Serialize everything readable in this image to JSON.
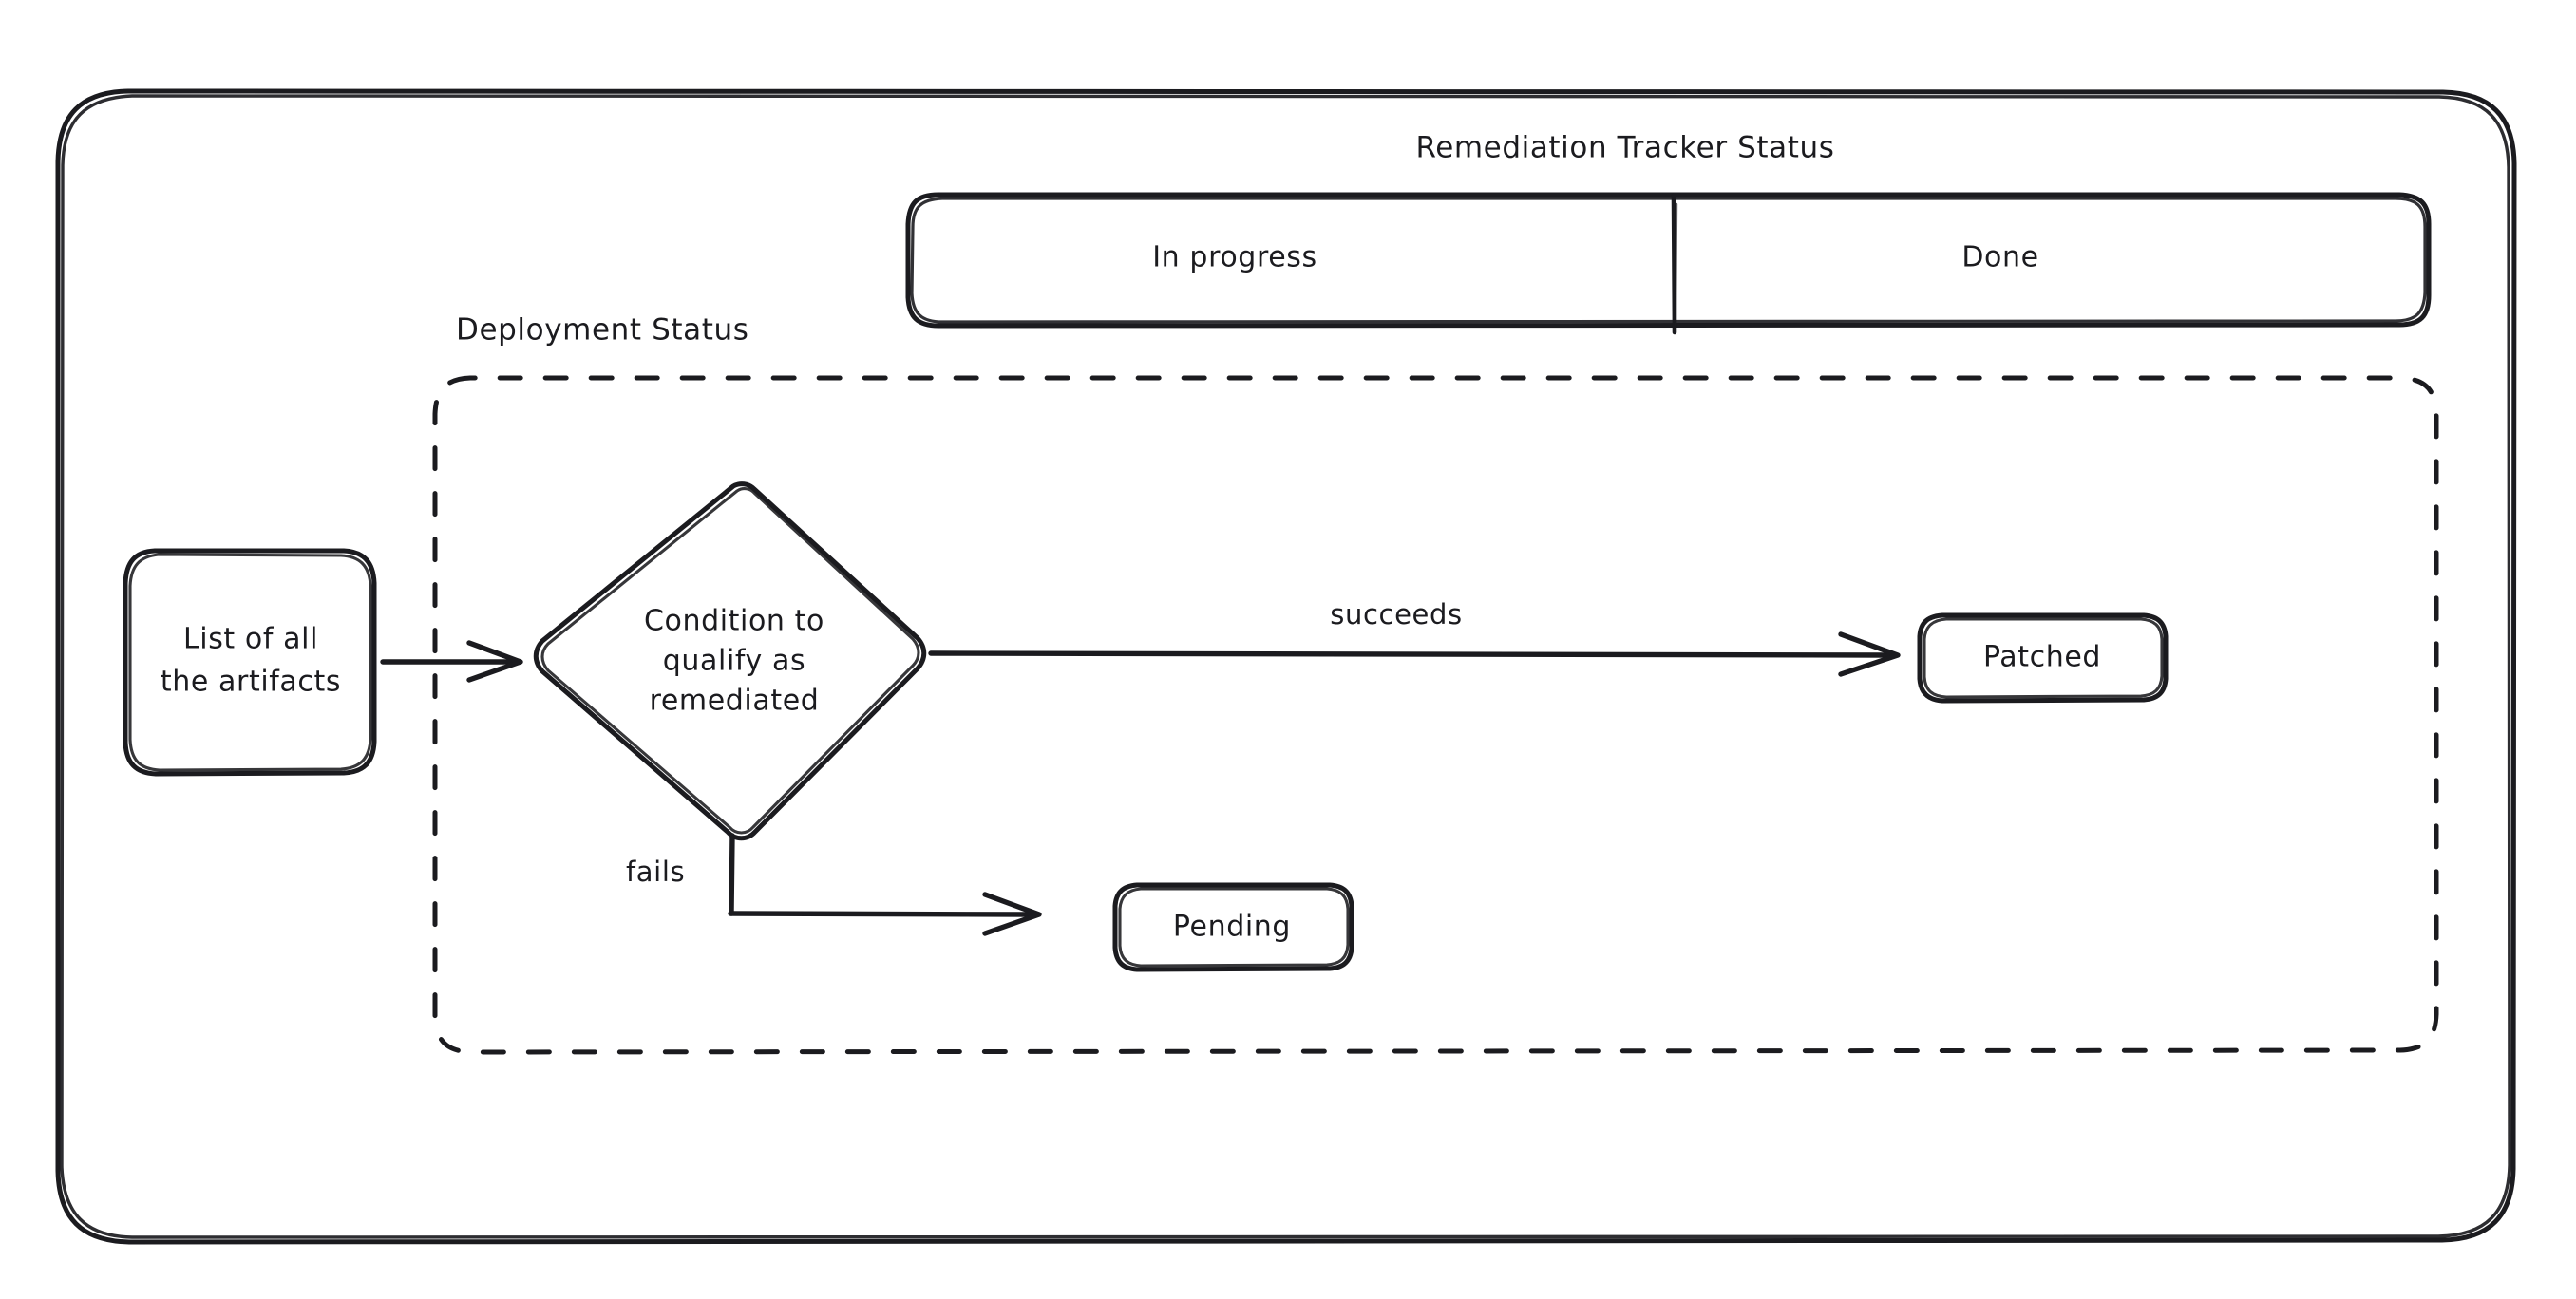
{
  "diagram": {
    "type": "flowchart",
    "title_top": "Remediation Tracker Status",
    "title_group": "Deployment Status",
    "colors": {
      "stroke": "#1b1b1f",
      "background": "#ffffff"
    },
    "tracker_bar": {
      "segments": [
        {
          "label": "In progress"
        },
        {
          "label": "Done"
        }
      ]
    },
    "nodes": [
      {
        "id": "artifacts",
        "shape": "rounded-rect",
        "label_line1": "List of all",
        "label_line2": "the artifacts"
      },
      {
        "id": "condition",
        "shape": "diamond",
        "label_line1": "Condition to",
        "label_line2": "qualify as",
        "label_line3": "remediated"
      },
      {
        "id": "patched",
        "shape": "rounded-rect",
        "label": "Patched"
      },
      {
        "id": "pending",
        "shape": "rounded-rect",
        "label": "Pending"
      }
    ],
    "edges": [
      {
        "id": "artifacts-to-condition",
        "from": "artifacts",
        "to": "condition",
        "label": ""
      },
      {
        "id": "condition-to-patched",
        "from": "condition",
        "to": "patched",
        "label": "succeeds"
      },
      {
        "id": "condition-to-pending",
        "from": "condition",
        "to": "pending",
        "label": "fails"
      }
    ]
  }
}
